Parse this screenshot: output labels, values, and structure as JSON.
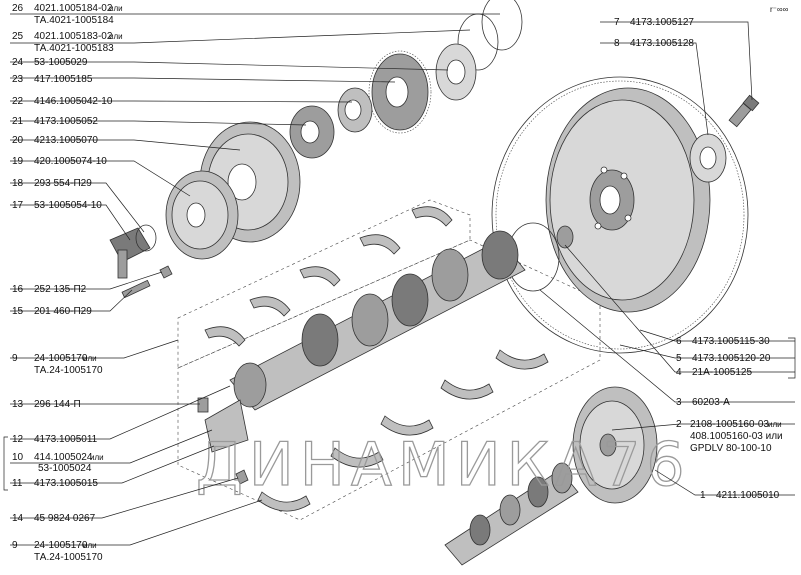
{
  "watermark": "ДИНАМИКА76",
  "corner_mark": "r⁻∞∞",
  "left_labels": [
    {
      "num": "26",
      "line1": "4021.1005184-02",
      "suffix": "или",
      "line2": "ТА.4021-1005184"
    },
    {
      "num": "25",
      "line1": "4021.1005183-02",
      "suffix": "или",
      "line2": "ТА.4021-1005183"
    },
    {
      "num": "24",
      "line1": "53-1005029"
    },
    {
      "num": "23",
      "line1": "417.1005185"
    },
    {
      "num": "22",
      "line1": "4146.1005042-10"
    },
    {
      "num": "21",
      "line1": "4173.1005052"
    },
    {
      "num": "20",
      "line1": "4213.1005070"
    },
    {
      "num": "19",
      "line1": "420.1005074-10"
    },
    {
      "num": "18",
      "line1": "293 554-П29"
    },
    {
      "num": "17",
      "line1": "53-1005054-10"
    },
    {
      "num": "16",
      "line1": "252 135-П2"
    },
    {
      "num": "15",
      "line1": "201 460-П29"
    },
    {
      "num": "9",
      "line1": "24-1005170",
      "suffix": "или",
      "line2": "ТА.24-1005170"
    },
    {
      "num": "13",
      "line1": "296 144-П"
    },
    {
      "num": "12",
      "line1": "4173.1005011"
    },
    {
      "num": "10",
      "line1": "414.1005024",
      "suffix": "или",
      "line2": "53-1005024"
    },
    {
      "num": "11",
      "line1": "4173.1005015"
    },
    {
      "num": "14",
      "line1": "45 9824 0267"
    },
    {
      "num": "9",
      "line1": "24-1005170",
      "suffix": "или",
      "line2": "ТА.24-1005170"
    }
  ],
  "right_labels": [
    {
      "num": "7",
      "line1": "4173.1005127"
    },
    {
      "num": "8",
      "line1": "4173.1005128"
    },
    {
      "num": "6",
      "line1": "4173.1005115-30"
    },
    {
      "num": "5",
      "line1": "4173.1005120-20"
    },
    {
      "num": "4",
      "line1": "21А-1005125"
    },
    {
      "num": "3",
      "line1": "60203-А"
    },
    {
      "num": "2",
      "line1": "2108-1005160-03",
      "suffix": "или",
      "line2": "408.1005160-03 или",
      "line3": "GPDLV 80-100-10"
    },
    {
      "num": "1",
      "line1": "4211.1005010"
    }
  ]
}
